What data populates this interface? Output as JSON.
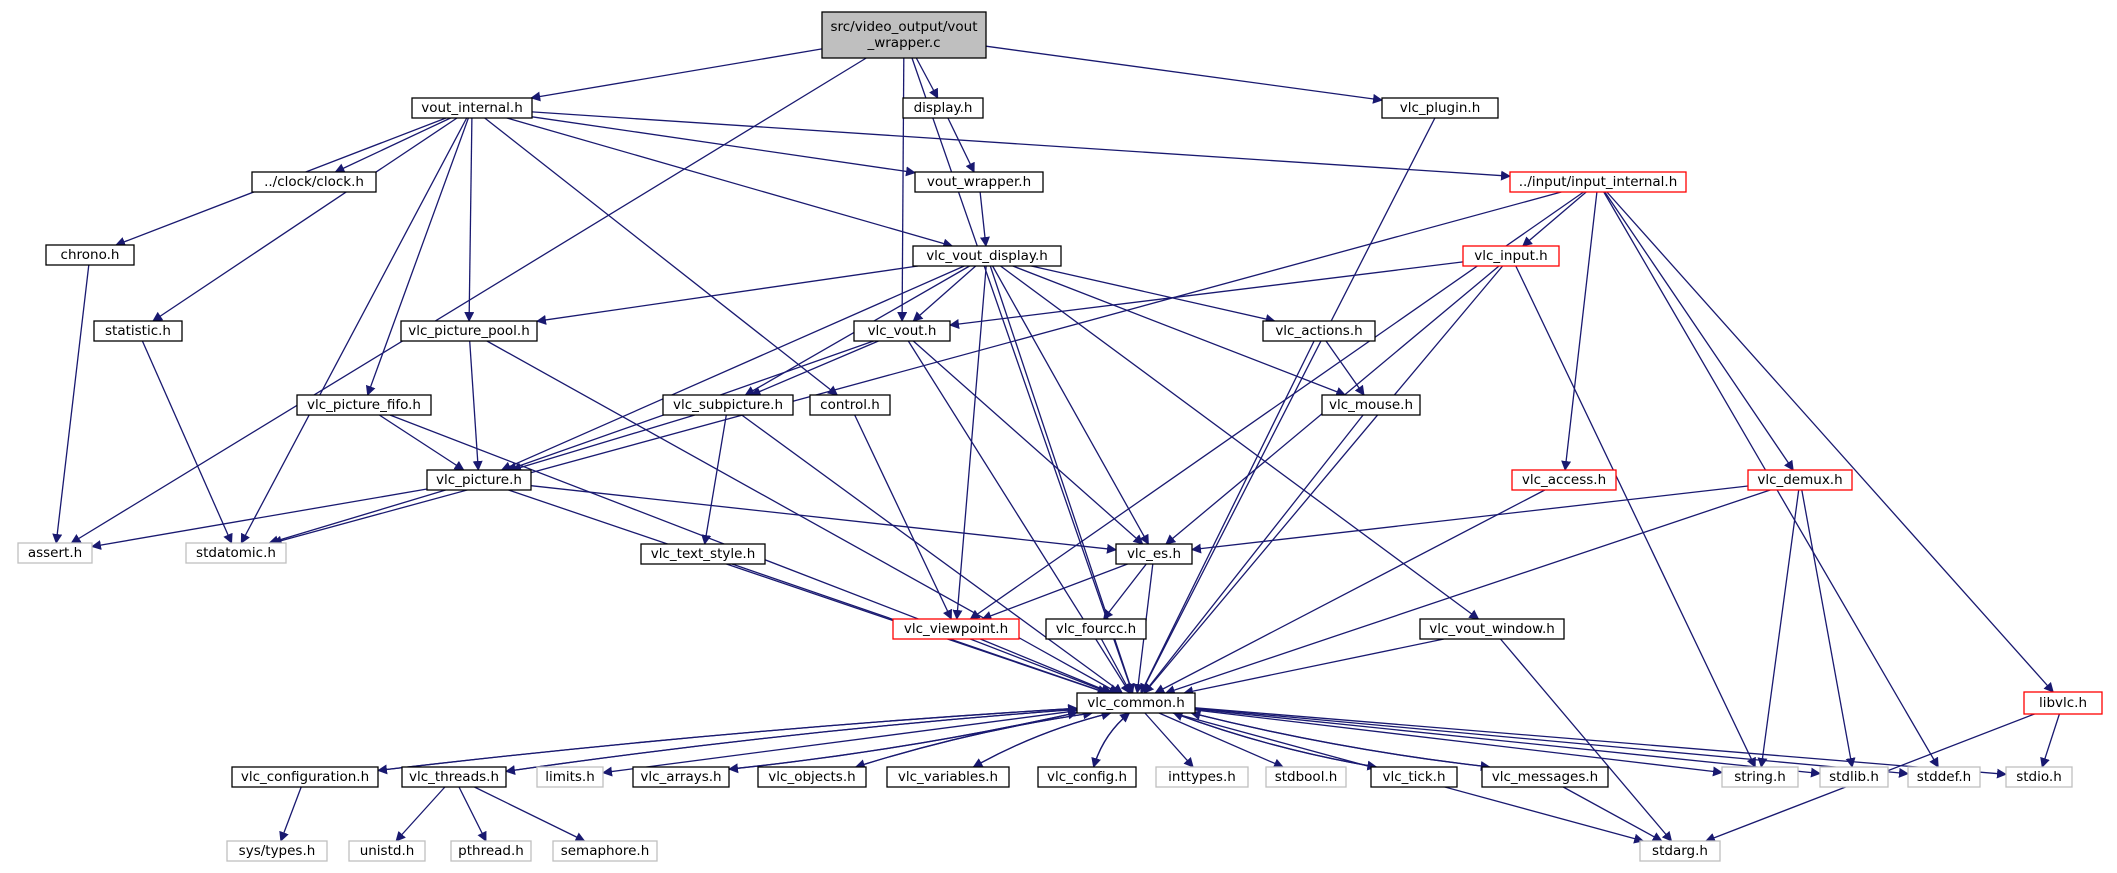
{
  "colors": {
    "edge": "#191970",
    "border_normal": "#000000",
    "border_truncated": "#ff0000",
    "border_system": "#bfbfbf",
    "fill_root": "#bfbfbf",
    "fill_node": "#ffffff",
    "text": "#000000"
  },
  "nodes": [
    {
      "id": "root",
      "label": "src/video_output/vout\n_wrapper.c",
      "kind": "root"
    },
    {
      "id": "vout_internal",
      "label": "vout_internal.h",
      "kind": "normal"
    },
    {
      "id": "display",
      "label": "display.h",
      "kind": "normal"
    },
    {
      "id": "vlc_plugin",
      "label": "vlc_plugin.h",
      "kind": "normal"
    },
    {
      "id": "clock",
      "label": "../clock/clock.h",
      "kind": "normal"
    },
    {
      "id": "vout_wrapper",
      "label": "vout_wrapper.h",
      "kind": "normal"
    },
    {
      "id": "input_internal",
      "label": "../input/input_internal.h",
      "kind": "truncated"
    },
    {
      "id": "chrono",
      "label": "chrono.h",
      "kind": "normal"
    },
    {
      "id": "vlc_vout_display",
      "label": "vlc_vout_display.h",
      "kind": "normal"
    },
    {
      "id": "vlc_input",
      "label": "vlc_input.h",
      "kind": "truncated"
    },
    {
      "id": "statistic",
      "label": "statistic.h",
      "kind": "normal"
    },
    {
      "id": "vlc_picture_pool",
      "label": "vlc_picture_pool.h",
      "kind": "normal"
    },
    {
      "id": "vlc_vout",
      "label": "vlc_vout.h",
      "kind": "normal"
    },
    {
      "id": "vlc_actions",
      "label": "vlc_actions.h",
      "kind": "normal"
    },
    {
      "id": "vlc_picture_fifo",
      "label": "vlc_picture_fifo.h",
      "kind": "normal"
    },
    {
      "id": "vlc_subpicture",
      "label": "vlc_subpicture.h",
      "kind": "normal"
    },
    {
      "id": "control",
      "label": "control.h",
      "kind": "normal"
    },
    {
      "id": "vlc_mouse",
      "label": "vlc_mouse.h",
      "kind": "normal"
    },
    {
      "id": "vlc_access",
      "label": "vlc_access.h",
      "kind": "truncated"
    },
    {
      "id": "vlc_demux",
      "label": "vlc_demux.h",
      "kind": "truncated"
    },
    {
      "id": "vlc_picture",
      "label": "vlc_picture.h",
      "kind": "normal"
    },
    {
      "id": "assert",
      "label": "assert.h",
      "kind": "system"
    },
    {
      "id": "stdatomic",
      "label": "stdatomic.h",
      "kind": "system"
    },
    {
      "id": "vlc_text_style",
      "label": "vlc_text_style.h",
      "kind": "normal"
    },
    {
      "id": "vlc_es",
      "label": "vlc_es.h",
      "kind": "normal"
    },
    {
      "id": "vlc_viewpoint",
      "label": "vlc_viewpoint.h",
      "kind": "truncated"
    },
    {
      "id": "vlc_fourcc",
      "label": "vlc_fourcc.h",
      "kind": "normal"
    },
    {
      "id": "vlc_vout_window",
      "label": "vlc_vout_window.h",
      "kind": "normal"
    },
    {
      "id": "libvlc",
      "label": "libvlc.h",
      "kind": "truncated"
    },
    {
      "id": "vlc_common",
      "label": "vlc_common.h",
      "kind": "normal"
    },
    {
      "id": "vlc_configuration",
      "label": "vlc_configuration.h",
      "kind": "normal"
    },
    {
      "id": "vlc_threads",
      "label": "vlc_threads.h",
      "kind": "normal"
    },
    {
      "id": "limits",
      "label": "limits.h",
      "kind": "system"
    },
    {
      "id": "vlc_arrays",
      "label": "vlc_arrays.h",
      "kind": "normal"
    },
    {
      "id": "vlc_objects",
      "label": "vlc_objects.h",
      "kind": "normal"
    },
    {
      "id": "vlc_variables",
      "label": "vlc_variables.h",
      "kind": "normal"
    },
    {
      "id": "vlc_config",
      "label": "vlc_config.h",
      "kind": "normal"
    },
    {
      "id": "inttypes",
      "label": "inttypes.h",
      "kind": "system"
    },
    {
      "id": "stdbool",
      "label": "stdbool.h",
      "kind": "system"
    },
    {
      "id": "vlc_tick",
      "label": "vlc_tick.h",
      "kind": "normal"
    },
    {
      "id": "vlc_messages",
      "label": "vlc_messages.h",
      "kind": "normal"
    },
    {
      "id": "string",
      "label": "string.h",
      "kind": "system"
    },
    {
      "id": "stdlib",
      "label": "stdlib.h",
      "kind": "system"
    },
    {
      "id": "stddef",
      "label": "stddef.h",
      "kind": "system"
    },
    {
      "id": "stdio",
      "label": "stdio.h",
      "kind": "system"
    },
    {
      "id": "sys_types",
      "label": "sys/types.h",
      "kind": "system"
    },
    {
      "id": "unistd",
      "label": "unistd.h",
      "kind": "system"
    },
    {
      "id": "pthread",
      "label": "pthread.h",
      "kind": "system"
    },
    {
      "id": "semaphore",
      "label": "semaphore.h",
      "kind": "system"
    },
    {
      "id": "stdarg",
      "label": "stdarg.h",
      "kind": "system"
    }
  ],
  "edges": [
    [
      "root",
      "vout_internal"
    ],
    [
      "root",
      "display"
    ],
    [
      "root",
      "vlc_plugin"
    ],
    [
      "root",
      "vlc_vout"
    ],
    [
      "root",
      "assert"
    ],
    [
      "root",
      "vlc_common"
    ],
    [
      "vout_internal",
      "clock"
    ],
    [
      "vout_internal",
      "vout_wrapper"
    ],
    [
      "vout_internal",
      "input_internal"
    ],
    [
      "vout_internal",
      "chrono"
    ],
    [
      "vout_internal",
      "vlc_vout_display"
    ],
    [
      "vout_internal",
      "statistic"
    ],
    [
      "vout_internal",
      "vlc_picture_pool"
    ],
    [
      "vout_internal",
      "vlc_picture_fifo"
    ],
    [
      "vout_internal",
      "control"
    ],
    [
      "vout_internal",
      "stdatomic"
    ],
    [
      "display",
      "vout_wrapper"
    ],
    [
      "vout_wrapper",
      "vlc_vout_display"
    ],
    [
      "vlc_plugin",
      "vlc_common"
    ],
    [
      "input_internal",
      "vlc_input"
    ],
    [
      "input_internal",
      "vlc_access"
    ],
    [
      "input_internal",
      "vlc_demux"
    ],
    [
      "input_internal",
      "stddef"
    ],
    [
      "input_internal",
      "libvlc"
    ],
    [
      "input_internal",
      "stdatomic"
    ],
    [
      "input_internal",
      "vlc_viewpoint"
    ],
    [
      "chrono",
      "assert"
    ],
    [
      "statistic",
      "stdatomic"
    ],
    [
      "vlc_vout_display",
      "vlc_picture_pool"
    ],
    [
      "vlc_vout_display",
      "vlc_vout"
    ],
    [
      "vlc_vout_display",
      "vlc_actions"
    ],
    [
      "vlc_vout_display",
      "vlc_subpicture"
    ],
    [
      "vlc_vout_display",
      "vlc_mouse"
    ],
    [
      "vlc_vout_display",
      "vlc_picture"
    ],
    [
      "vlc_vout_display",
      "vlc_es"
    ],
    [
      "vlc_vout_display",
      "vlc_viewpoint"
    ],
    [
      "vlc_vout_display",
      "vlc_vout_window"
    ],
    [
      "vlc_vout_display",
      "vlc_common"
    ],
    [
      "vlc_input",
      "vlc_vout"
    ],
    [
      "vlc_input",
      "vlc_es"
    ],
    [
      "vlc_input",
      "string"
    ],
    [
      "vlc_input",
      "vlc_common"
    ],
    [
      "vlc_picture_pool",
      "vlc_picture"
    ],
    [
      "vlc_picture_pool",
      "vlc_common"
    ],
    [
      "vlc_vout",
      "vlc_subpicture"
    ],
    [
      "vlc_vout",
      "vlc_picture"
    ],
    [
      "vlc_vout",
      "vlc_es"
    ],
    [
      "vlc_vout",
      "vlc_common"
    ],
    [
      "vlc_actions",
      "vlc_mouse"
    ],
    [
      "vlc_actions",
      "vlc_common"
    ],
    [
      "vlc_picture_fifo",
      "vlc_picture"
    ],
    [
      "vlc_picture_fifo",
      "vlc_common"
    ],
    [
      "vlc_subpicture",
      "vlc_picture"
    ],
    [
      "vlc_subpicture",
      "vlc_text_style"
    ],
    [
      "vlc_subpicture",
      "vlc_common"
    ],
    [
      "control",
      "vlc_viewpoint"
    ],
    [
      "vlc_mouse",
      "vlc_common"
    ],
    [
      "vlc_access",
      "vlc_common"
    ],
    [
      "vlc_demux",
      "vlc_es"
    ],
    [
      "vlc_demux",
      "vlc_common"
    ],
    [
      "vlc_demux",
      "string"
    ],
    [
      "vlc_demux",
      "stdlib"
    ],
    [
      "vlc_picture",
      "assert"
    ],
    [
      "vlc_picture",
      "stdatomic"
    ],
    [
      "vlc_picture",
      "vlc_es"
    ],
    [
      "vlc_picture",
      "vlc_common"
    ],
    [
      "vlc_text_style",
      "vlc_common"
    ],
    [
      "vlc_es",
      "vlc_viewpoint"
    ],
    [
      "vlc_es",
      "vlc_fourcc"
    ],
    [
      "vlc_es",
      "vlc_common"
    ],
    [
      "vlc_viewpoint",
      "vlc_common"
    ],
    [
      "vlc_fourcc",
      "vlc_common"
    ],
    [
      "vlc_vout_window",
      "vlc_common"
    ],
    [
      "vlc_vout_window",
      "stdarg"
    ],
    [
      "libvlc",
      "stdio"
    ],
    [
      "libvlc",
      "stdarg"
    ],
    [
      "vlc_common",
      "vlc_configuration"
    ],
    [
      "vlc_common",
      "vlc_threads"
    ],
    [
      "vlc_common",
      "limits"
    ],
    [
      "vlc_common",
      "vlc_arrays"
    ],
    [
      "vlc_common",
      "vlc_objects"
    ],
    [
      "vlc_common",
      "vlc_variables"
    ],
    [
      "vlc_common",
      "vlc_config"
    ],
    [
      "vlc_common",
      "inttypes"
    ],
    [
      "vlc_common",
      "stdbool"
    ],
    [
      "vlc_common",
      "vlc_tick"
    ],
    [
      "vlc_common",
      "vlc_messages"
    ],
    [
      "vlc_common",
      "string"
    ],
    [
      "vlc_common",
      "stdlib"
    ],
    [
      "vlc_common",
      "stddef"
    ],
    [
      "vlc_common",
      "stdio"
    ],
    [
      "vlc_common",
      "stdarg"
    ],
    [
      "vlc_configuration",
      "vlc_common"
    ],
    [
      "vlc_configuration",
      "sys_types"
    ],
    [
      "vlc_threads",
      "vlc_common"
    ],
    [
      "vlc_threads",
      "unistd"
    ],
    [
      "vlc_threads",
      "pthread"
    ],
    [
      "vlc_threads",
      "semaphore"
    ],
    [
      "vlc_arrays",
      "vlc_common"
    ],
    [
      "vlc_objects",
      "vlc_common"
    ],
    [
      "vlc_variables",
      "vlc_common"
    ],
    [
      "vlc_config",
      "vlc_common"
    ],
    [
      "vlc_tick",
      "vlc_common"
    ],
    [
      "vlc_messages",
      "vlc_common"
    ],
    [
      "vlc_messages",
      "stdarg"
    ]
  ]
}
